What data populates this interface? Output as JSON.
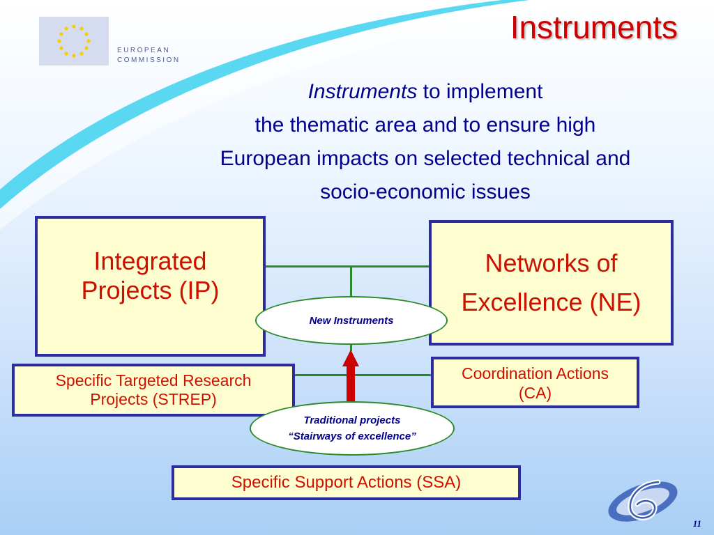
{
  "header": {
    "title": "Instruments",
    "logo": {
      "line1": "EUROPEAN",
      "line2": "COMMISSION",
      "icon": "eu-flag-icon"
    }
  },
  "subtitle": {
    "emphasis": "Instruments",
    "line1_rest": " to implement",
    "line2": "the thematic area and to ensure high",
    "line3": "European impacts on selected technical and",
    "line4": "socio-economic issues"
  },
  "diagram": {
    "ip": {
      "line1": "Integrated",
      "line2": "Projects (IP)"
    },
    "ne": {
      "line1": "Networks of",
      "line2": "Excellence (NE)"
    },
    "new_instruments": "New Instruments",
    "strep": {
      "line1": "Specific Targeted Research",
      "line2": "Projects (STREP)"
    },
    "ca": {
      "line1": "Coordination Actions",
      "line2": "(CA)"
    },
    "traditional": {
      "line1": "Traditional projects",
      "line2": "“Stairways of excellence”"
    },
    "ssa": "Specific Support Actions (SSA)"
  },
  "footer": {
    "page_number": "11",
    "program_logo": "fp6-logo-icon"
  },
  "colors": {
    "title": "#cc0000",
    "box_fill": "#fffed0",
    "box_border": "#2b2d9e",
    "box_text": "#cc1100",
    "connector": "#2a8a2a",
    "arrow": "#cc0000",
    "subtitle_text": "#00008b"
  }
}
